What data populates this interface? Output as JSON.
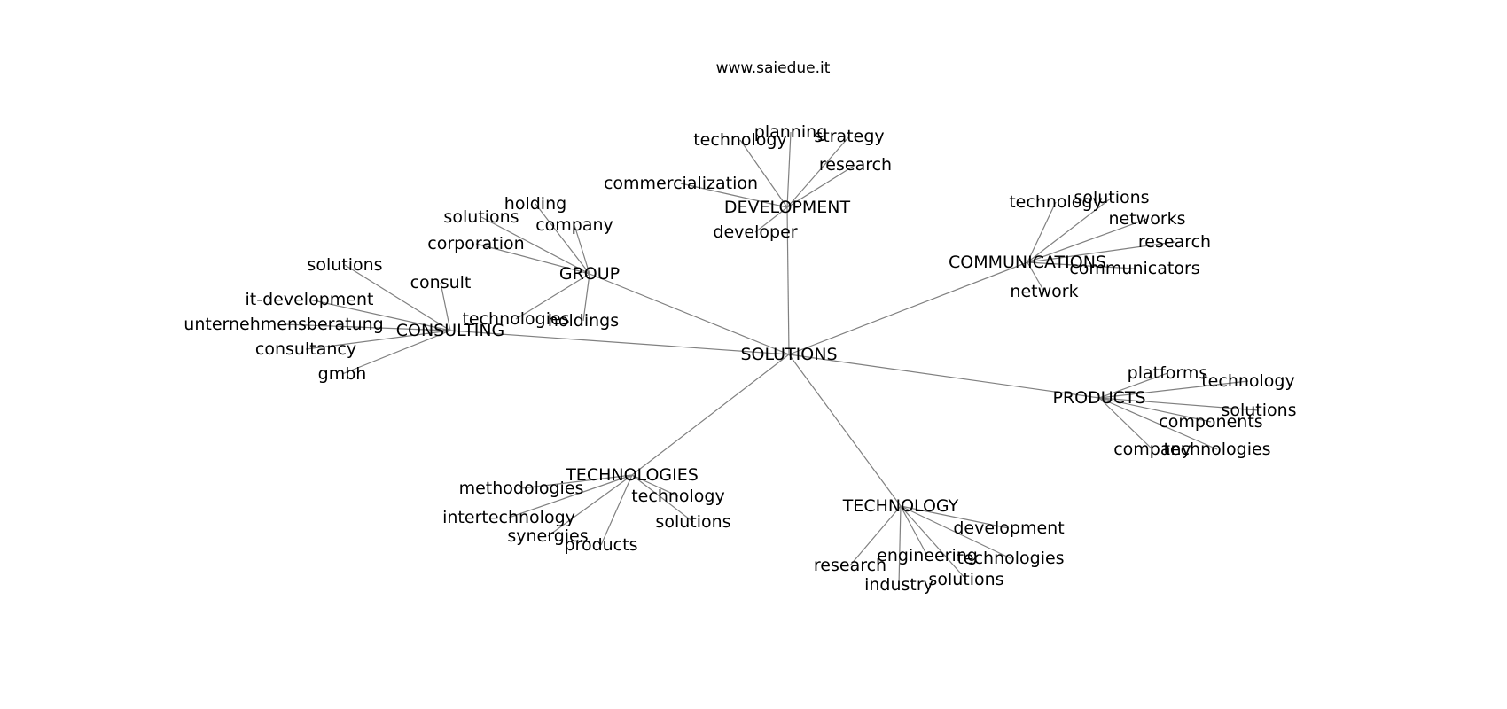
{
  "site_title": "www.saiedue.it",
  "root": "SOLUTIONS",
  "hubs": [
    {
      "key": "development",
      "label": "DEVELOPMENT",
      "leaves": [
        "technology",
        "planning",
        "strategy",
        "research",
        "commercialization",
        "developer"
      ]
    },
    {
      "key": "group",
      "label": "GROUP",
      "leaves": [
        "holding",
        "solutions",
        "company",
        "corporation",
        "technologies",
        "holdings"
      ]
    },
    {
      "key": "consulting",
      "label": "CONSULTING",
      "leaves": [
        "solutions",
        "consult",
        "it-development",
        "unternehmensberatung",
        "consultancy",
        "gmbh"
      ]
    },
    {
      "key": "communications",
      "label": "COMMUNICATIONS",
      "leaves": [
        "technology",
        "solutions",
        "networks",
        "research",
        "communicators",
        "network"
      ]
    },
    {
      "key": "products",
      "label": "PRODUCTS",
      "leaves": [
        "platforms",
        "technology",
        "solutions",
        "components",
        "company",
        "technologies"
      ]
    },
    {
      "key": "technologies",
      "label": "TECHNOLOGIES",
      "leaves": [
        "methodologies",
        "technology",
        "intertechnology",
        "solutions",
        "synergies",
        "products"
      ]
    },
    {
      "key": "technology",
      "label": "TECHNOLOGY",
      "leaves": [
        "development",
        "engineering",
        "technologies",
        "research",
        "solutions",
        "industry"
      ]
    }
  ]
}
